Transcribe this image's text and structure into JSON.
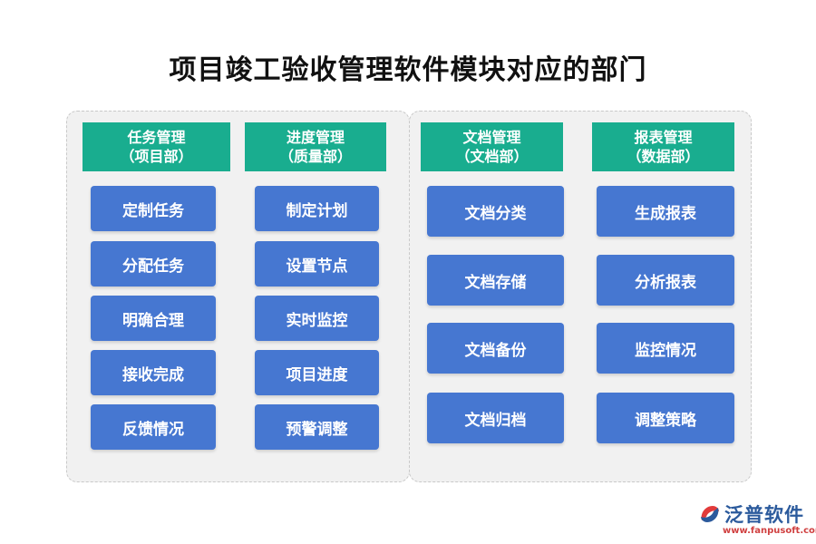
{
  "title": "项目竣工验收管理软件模块对应的部门",
  "columns": [
    {
      "header_line1": "任务管理",
      "header_line2": "（项目部）",
      "items": [
        "定制任务",
        "分配任务",
        "明确合理",
        "接收完成",
        "反馈情况"
      ]
    },
    {
      "header_line1": "进度管理",
      "header_line2": "（质量部）",
      "items": [
        "制定计划",
        "设置节点",
        "实时监控",
        "项目进度",
        "预警调整"
      ]
    },
    {
      "header_line1": "文档管理",
      "header_line2": "（文档部）",
      "items": [
        "文档分类",
        "文档存储",
        "文档备份",
        "文档归档"
      ]
    },
    {
      "header_line1": "报表管理",
      "header_line2": "（数据部）",
      "items": [
        "生成报表",
        "分析报表",
        "监控情况",
        "调整策略"
      ]
    }
  ],
  "logo": {
    "name": "泛普软件",
    "url": "www.fanpusoft.com",
    "icon": "fanpu-logo-icon"
  },
  "colors": {
    "header": "#19ad8f",
    "item": "#4677d1",
    "panel": "#f1f1f1"
  }
}
